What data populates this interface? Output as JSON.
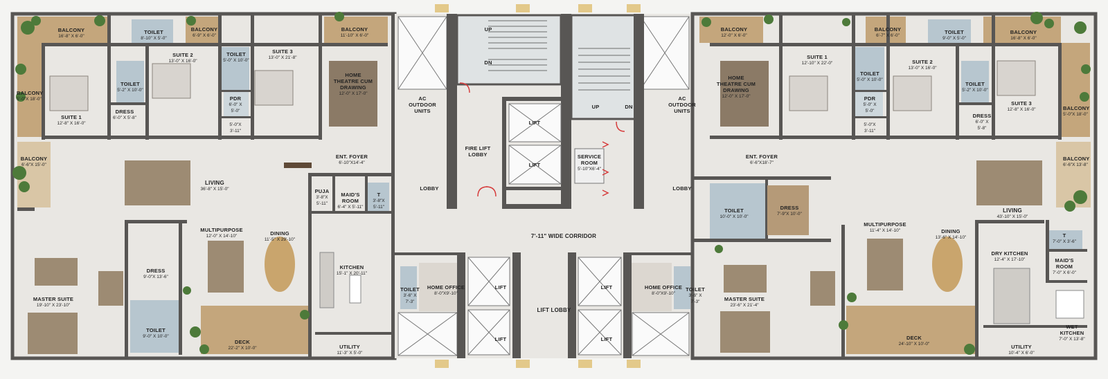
{
  "colors": {
    "wall": "#585654",
    "floor": "#e9e7e3",
    "wood": "#c4a67c",
    "wet": "#b7c6cf",
    "green": "#4d7a3a",
    "fire": "#d63c3c",
    "core": "#f6f6f6"
  },
  "rooms": {
    "l_balcony_top": {
      "name": "BALCONY",
      "dim": "16'-8\" X 6'-0\""
    },
    "l_toilet_top": {
      "name": "TOILET",
      "dim": "8'-10\" X 5'-0\""
    },
    "l_balcony_top2": {
      "name": "BALCONY",
      "dim": "6'-9\" X 6'-0\""
    },
    "l_suite3": {
      "name": "SUITE 3",
      "dim": "13'-0\" X 21'-8\""
    },
    "l_balcony_top3": {
      "name": "BALCONY",
      "dim": "11'-10\" X 6'-0\""
    },
    "l_suite2": {
      "name": "SUITE 2",
      "dim": "13'-0\" X 16'-0\""
    },
    "l_toilet_suite3": {
      "name": "TOILET",
      "dim": "5'-0\" X 10'-0\""
    },
    "l_home_theatre": {
      "name": "HOME THEATRE CUM DRAWING",
      "dim": "12'-0\" X 17'-0\""
    },
    "l_balcony_left": {
      "name": "BALCONY",
      "dim": "5'-0\"X 18'-0\""
    },
    "l_toilet_suite1": {
      "name": "TOILET",
      "dim": "5'-2\" X 10'-0\""
    },
    "l_pdr": {
      "name": "PDR",
      "dim": "6'-0\" X 5'-0\""
    },
    "l_suite1": {
      "name": "SUITE 1",
      "dim": "12'-8\" X 16'-0\""
    },
    "l_dress": {
      "name": "DRESS",
      "dim": "6'-0\" X 5'-8\""
    },
    "l_small": {
      "name": "",
      "dim": "5'-0\"X 3'-11\""
    },
    "l_ac": {
      "name": "AC OUTDOOR UNITS",
      "dim": ""
    },
    "l_balcony_side": {
      "name": "BALCONY",
      "dim": "6'-6\"X 15'-0\""
    },
    "l_ent_foyer": {
      "name": "ENT. FOYER",
      "dim": "6'-10\"X14'-4\""
    },
    "l_living": {
      "name": "LIVING",
      "dim": "36'-8\" X 15'-0\""
    },
    "l_puja": {
      "name": "PUJA",
      "dim": "3'-8\"X 5'-11\""
    },
    "l_maids": {
      "name": "MAID'S ROOM",
      "dim": "6'-4\" X 5'-11\""
    },
    "l_maids_t": {
      "name": "T",
      "dim": "3'-8\"X 5'-11\""
    },
    "l_multipurpose": {
      "name": "MULTIPURPOSE",
      "dim": "12'-0\" X 14'-10\""
    },
    "l_dining": {
      "name": "DINING",
      "dim": "11'-5\" X 29'-10\""
    },
    "l_dress2": {
      "name": "DRESS",
      "dim": "9'-0\"X 13'-6\""
    },
    "l_kitchen": {
      "name": "KITCHEN",
      "dim": "15'-1\" X 20'-11\""
    },
    "l_master": {
      "name": "MASTER SUITE",
      "dim": "19'-10\" X 23'-10\""
    },
    "l_toilet_master": {
      "name": "TOILET",
      "dim": "9'-0\" X 10'-0\""
    },
    "l_deck": {
      "name": "DECK",
      "dim": "22'-2\" X 10'-0\""
    },
    "l_utility": {
      "name": "UTILITY",
      "dim": "11'-3\" X 5'-0\""
    },
    "c_lobby_l": {
      "name": "LOBBY",
      "dim": ""
    },
    "c_fire_lift": {
      "name": "FIRE LIFT LOBBY",
      "dim": ""
    },
    "c_lift1": {
      "name": "LIFT",
      "dim": ""
    },
    "c_lift2": {
      "name": "LIFT",
      "dim": ""
    },
    "c_service": {
      "name": "SERVICE ROOM",
      "dim": "5'-10\"X6'-4\""
    },
    "c_lobby_r": {
      "name": "LOBBY",
      "dim": ""
    },
    "c_up1": {
      "name": "UP",
      "dim": ""
    },
    "c_dn1": {
      "name": "DN",
      "dim": ""
    },
    "c_up2": {
      "name": "UP",
      "dim": ""
    },
    "c_dn2": {
      "name": "DN",
      "dim": ""
    },
    "c_corridor": {
      "name": "7'-11\" WIDE CORRIDOR",
      "dim": ""
    },
    "c_lift_lobby": {
      "name": "LIFT LOBBY",
      "dim": ""
    },
    "c_lift3": {
      "name": "LIFT",
      "dim": ""
    },
    "c_lift4": {
      "name": "LIFT",
      "dim": ""
    },
    "c_lift5": {
      "name": "LIFT",
      "dim": ""
    },
    "c_lift6": {
      "name": "LIFT",
      "dim": ""
    },
    "c_toilet_l": {
      "name": "TOILET",
      "dim": "3'-6\" X 7'-3\""
    },
    "c_office_l": {
      "name": "HOME OFFICE",
      "dim": "8'-0\"X9'-10\""
    },
    "c_office_r": {
      "name": "HOME OFFICE",
      "dim": "8'-0\"X9'-10\""
    },
    "c_toilet_r": {
      "name": "TOILET",
      "dim": "3'-6\" X 7'-3\""
    },
    "r_ac": {
      "name": "AC OUTDOOR UNITS",
      "dim": ""
    },
    "r_balcony_top": {
      "name": "BALCONY",
      "dim": "12'-0\" X 6'-0\""
    },
    "r_suite1": {
      "name": "SUITE 1",
      "dim": "12'-10\" X 22'-0\""
    },
    "r_balcony_top2": {
      "name": "BALCONY",
      "dim": "6'-7\" X 6'-0\""
    },
    "r_toilet_top": {
      "name": "TOILET",
      "dim": "9'-0\" X 5'-0\""
    },
    "r_balcony_top3": {
      "name": "BALCONY",
      "dim": "16'-8\" X 6'-0\""
    },
    "r_home_theatre": {
      "name": "HOME THEATRE CUM DRAWING",
      "dim": "12'-0\" X 17'-0\""
    },
    "r_toilet_suite1": {
      "name": "TOILET",
      "dim": "5'-0\" X 10'-0\""
    },
    "r_suite2": {
      "name": "SUITE 2",
      "dim": "13'-0\" X 16'-0\""
    },
    "r_toilet_suite3": {
      "name": "TOILET",
      "dim": "5'-2\" X 10'-0\""
    },
    "r_suite3": {
      "name": "SUITE 3",
      "dim": "12'-8\" X 16'-0\""
    },
    "r_balcony_right": {
      "name": "BALCONY",
      "dim": "5'-0\"X 18'-0\""
    },
    "r_pdr": {
      "name": "PDR",
      "dim": "5'-0\" X 5'-0\""
    },
    "r_dress": {
      "name": "DRESS",
      "dim": "6'-0\" X 5'-8\""
    },
    "r_small": {
      "name": "",
      "dim": "5'-0\"X 3'-11\""
    },
    "r_ent_foyer": {
      "name": "ENT. FOYER",
      "dim": "6'-6\"X18'-7\""
    },
    "r_balcony_side": {
      "name": "BALCONY",
      "dim": "6'-6\"X 13'-8\""
    },
    "r_toilet_big": {
      "name": "TOILET",
      "dim": "10'-0\" X 10'-0\""
    },
    "r_dress2": {
      "name": "DRESS",
      "dim": "7'-9\"X 10'-0\""
    },
    "r_living": {
      "name": "LIVING",
      "dim": "43'-10\" X 15'-0\""
    },
    "r_multipurpose": {
      "name": "MULTIPURPOSE",
      "dim": "11'-4\" X 14'-10\""
    },
    "r_dining": {
      "name": "DINING",
      "dim": "13'-6\" X 14'-10\""
    },
    "r_t": {
      "name": "T",
      "dim": "7'-0\" X 3'-6\""
    },
    "r_dry_kitchen": {
      "name": "DRY KITCHEN",
      "dim": "12'-4\" X 17'-10\""
    },
    "r_maids": {
      "name": "MAID'S ROOM",
      "dim": "7'-0\" X 6'-0\""
    },
    "r_master": {
      "name": "MASTER SUITE",
      "dim": "23'-6\" X 21'-4\""
    },
    "r_wet_kitchen": {
      "name": "WET KITCHEN",
      "dim": "7'-0\" X 13'-8\""
    },
    "r_deck": {
      "name": "DECK",
      "dim": "24'-10\" X 10'-0\""
    },
    "r_utility": {
      "name": "UTILITY",
      "dim": "10'-4\" X 6'-0\""
    }
  }
}
